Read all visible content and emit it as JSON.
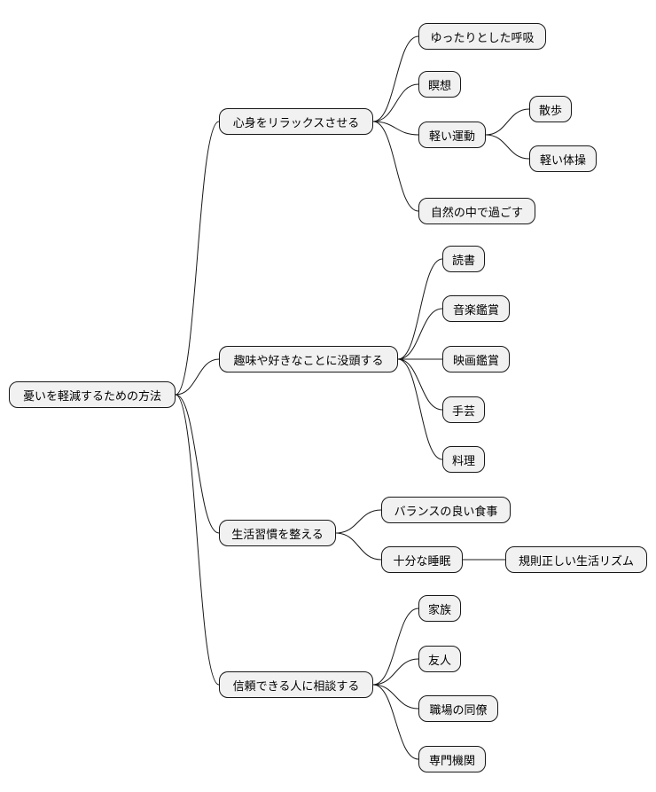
{
  "root": {
    "id": "root",
    "label": "憂いを軽減するための方法"
  },
  "branches": [
    {
      "id": "b1",
      "label": "心身をリラックスさせる",
      "children": [
        {
          "id": "b1c1",
          "label": "ゆったりとした呼吸"
        },
        {
          "id": "b1c2",
          "label": "瞑想"
        },
        {
          "id": "b1c3",
          "label": "軽い運動",
          "children": [
            {
              "id": "b1c3a",
              "label": "散歩"
            },
            {
              "id": "b1c3b",
              "label": "軽い体操"
            }
          ]
        },
        {
          "id": "b1c4",
          "label": "自然の中で過ごす"
        }
      ]
    },
    {
      "id": "b2",
      "label": "趣味や好きなことに没頭する",
      "children": [
        {
          "id": "b2c1",
          "label": "読書"
        },
        {
          "id": "b2c2",
          "label": "音楽鑑賞"
        },
        {
          "id": "b2c3",
          "label": "映画鑑賞"
        },
        {
          "id": "b2c4",
          "label": "手芸"
        },
        {
          "id": "b2c5",
          "label": "料理"
        }
      ]
    },
    {
      "id": "b3",
      "label": "生活習慣を整える",
      "children": [
        {
          "id": "b3c1",
          "label": "バランスの良い食事"
        },
        {
          "id": "b3c2",
          "label": "十分な睡眠",
          "children": [
            {
              "id": "b3c2a",
              "label": "規則正しい生活リズム"
            }
          ]
        }
      ]
    },
    {
      "id": "b4",
      "label": "信頼できる人に相談する",
      "children": [
        {
          "id": "b4c1",
          "label": "家族"
        },
        {
          "id": "b4c2",
          "label": "友人"
        },
        {
          "id": "b4c3",
          "label": "職場の同僚"
        },
        {
          "id": "b4c4",
          "label": "専門機関"
        }
      ]
    }
  ],
  "colors": {
    "node_fill": "#f1f1f1",
    "node_border": "#181818",
    "edge": "#181818"
  }
}
